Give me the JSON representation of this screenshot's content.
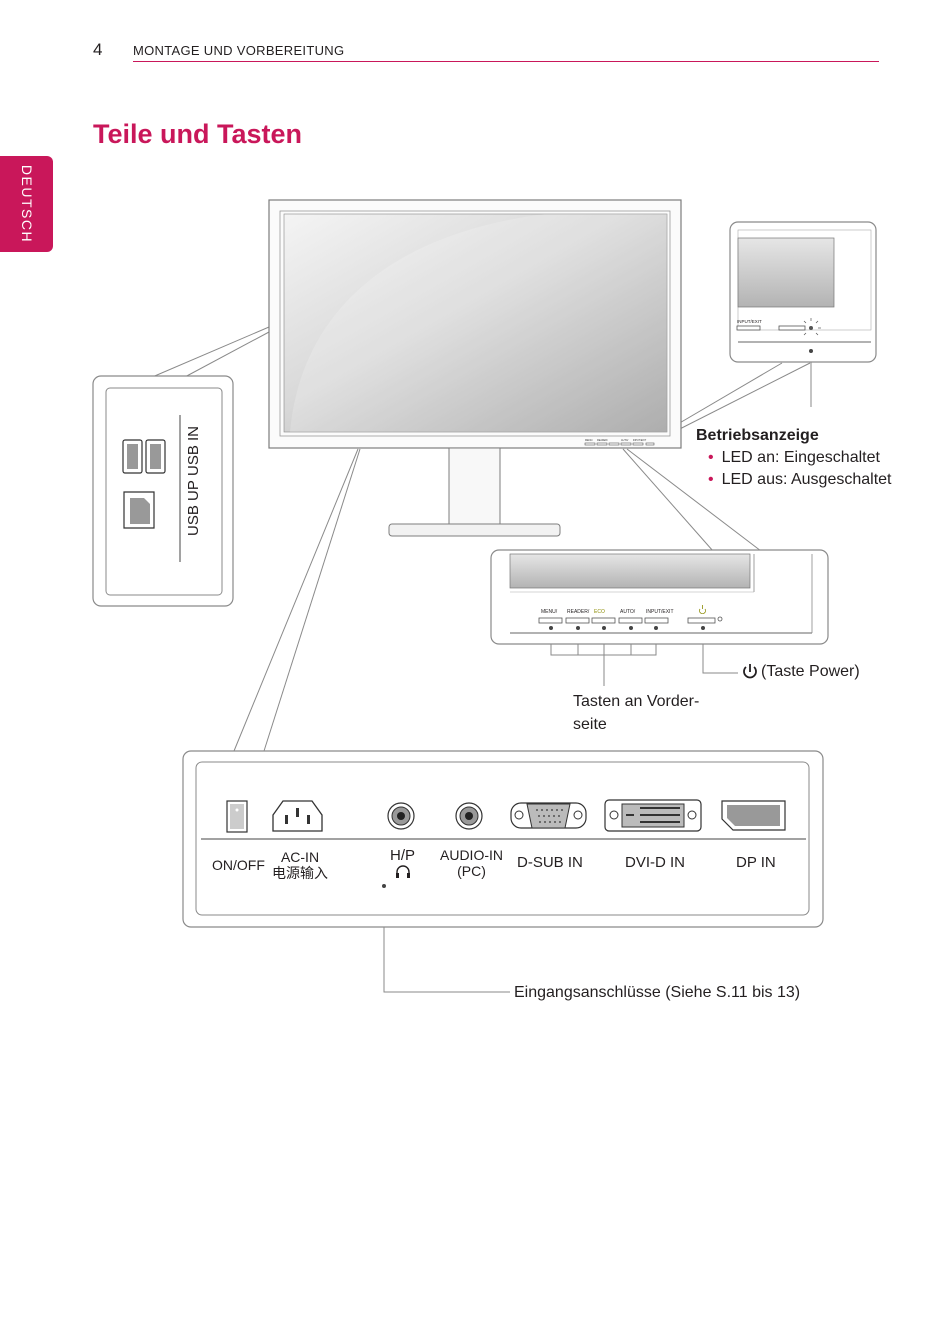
{
  "header": {
    "page_number": "4",
    "section": "MONTAGE UND VORBEREITUNG"
  },
  "side_tab": {
    "language": "DEUTSCH"
  },
  "title": "Teile und Tasten",
  "usb_panel": {
    "usb_in": "USB IN",
    "usb_up": "USB UP"
  },
  "monitor_front_buttons": [
    "MENU/",
    "READER/",
    "",
    "AUTO/",
    "INPUT/EXIT"
  ],
  "led_inset": {
    "input_exit": "INPUT/EXIT"
  },
  "power_led": {
    "heading": "Betriebsanzeige",
    "items": [
      "LED an: Eingeschaltet",
      "LED aus: Ausgeschaltet"
    ]
  },
  "front_buttons": {
    "power_label": "(Taste Power)",
    "front_label_line1": "Tasten an Vorder-",
    "front_label_line2": "seite"
  },
  "back_ports": {
    "on_off": "ON/OFF",
    "ac_in": "AC-IN",
    "ac_in_cn": "电源输入",
    "hp": "H/P",
    "audio_in": "AUDIO-IN",
    "audio_in_pc": "(PC)",
    "dsub_in": "D-SUB IN",
    "dvid_in": "DVI-D IN",
    "dp_in": "DP IN"
  },
  "inputs_note": "Eingangsanschlüsse (Siehe S.11 bis 13)",
  "colors": {
    "accent": "#c9175a",
    "text": "#231f20",
    "line": "#8a8a8a"
  }
}
